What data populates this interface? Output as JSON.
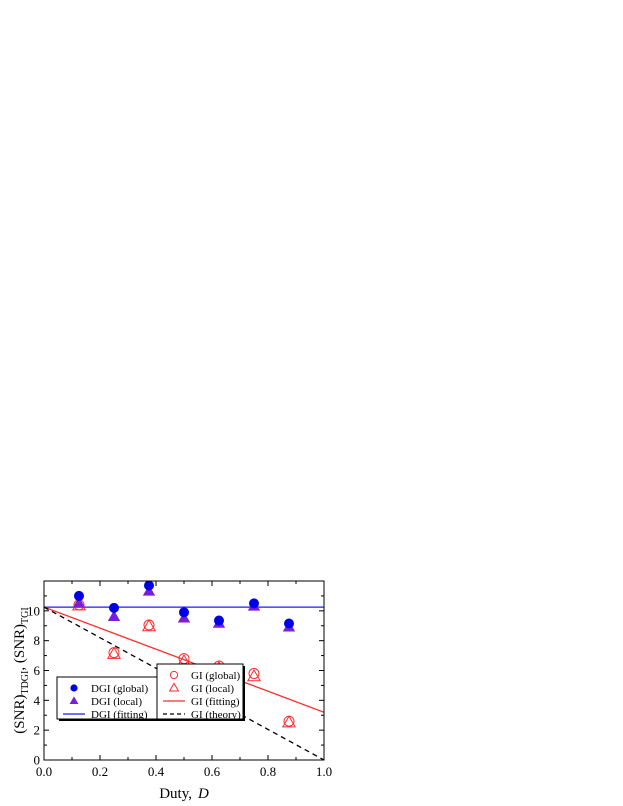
{
  "chart_data": {
    "type": "scatter",
    "title": "",
    "xlabel": "Duty,",
    "xlabel_var": "D",
    "ylabel_parts": [
      "(SNR)",
      "TDGI",
      ",  (SNR)",
      "TGI"
    ],
    "xlim": [
      0.0,
      1.0
    ],
    "ylim": [
      0,
      12
    ],
    "x_ticks": [
      0.0,
      0.2,
      0.4,
      0.6,
      0.8,
      1.0
    ],
    "x_tick_labels": [
      "0.0",
      "0.2",
      "0.4",
      "0.6",
      "0.8",
      "1.0"
    ],
    "y_ticks": [
      0,
      2,
      4,
      6,
      8,
      10
    ],
    "y_tick_labels": [
      "0",
      "2",
      "4",
      "6",
      "8",
      "10"
    ],
    "grid": false,
    "series": [
      {
        "name": "DGI (global)",
        "marker": "filled-circle",
        "color": "#0000e6",
        "x": [
          0.125,
          0.25,
          0.375,
          0.5,
          0.625,
          0.75,
          0.875
        ],
        "y": [
          11.0,
          10.2,
          11.7,
          9.9,
          9.35,
          10.5,
          9.15
        ]
      },
      {
        "name": "DGI (local)",
        "marker": "filled-triangle",
        "color": "#7a1fd6",
        "x": [
          0.125,
          0.25,
          0.375,
          0.5,
          0.625,
          0.75,
          0.875
        ],
        "y": [
          10.5,
          9.6,
          11.3,
          9.5,
          9.15,
          10.3,
          8.9
        ]
      },
      {
        "name": "DGI (fitting)",
        "line": "solid",
        "color": "#1a1aff",
        "x": [
          0.0,
          1.0
        ],
        "y": [
          10.25,
          10.25
        ]
      },
      {
        "name": "GI (global)",
        "marker": "open-circle",
        "color": "#ff2a2a",
        "x": [
          0.125,
          0.25,
          0.375,
          0.5,
          0.625,
          0.75,
          0.875
        ],
        "y": [
          10.4,
          7.2,
          9.05,
          6.8,
          6.3,
          5.8,
          2.6
        ]
      },
      {
        "name": "GI (local)",
        "marker": "open-triangle",
        "color": "#ff2a2a",
        "x": [
          0.125,
          0.25,
          0.375,
          0.5,
          0.625,
          0.75,
          0.875
        ],
        "y": [
          10.35,
          7.1,
          8.95,
          6.6,
          6.15,
          5.6,
          2.5
        ]
      },
      {
        "name": "GI (fitting)",
        "line": "solid",
        "color": "#ff2a2a",
        "x": [
          0.0,
          1.0
        ],
        "y": [
          10.25,
          3.2
        ]
      },
      {
        "name": "GI (theory)",
        "line": "dashed",
        "color": "#000000",
        "x": [
          0.0,
          1.0
        ],
        "y": [
          10.25,
          0.0
        ]
      }
    ],
    "legend_position": "lower-left, two boxes"
  }
}
